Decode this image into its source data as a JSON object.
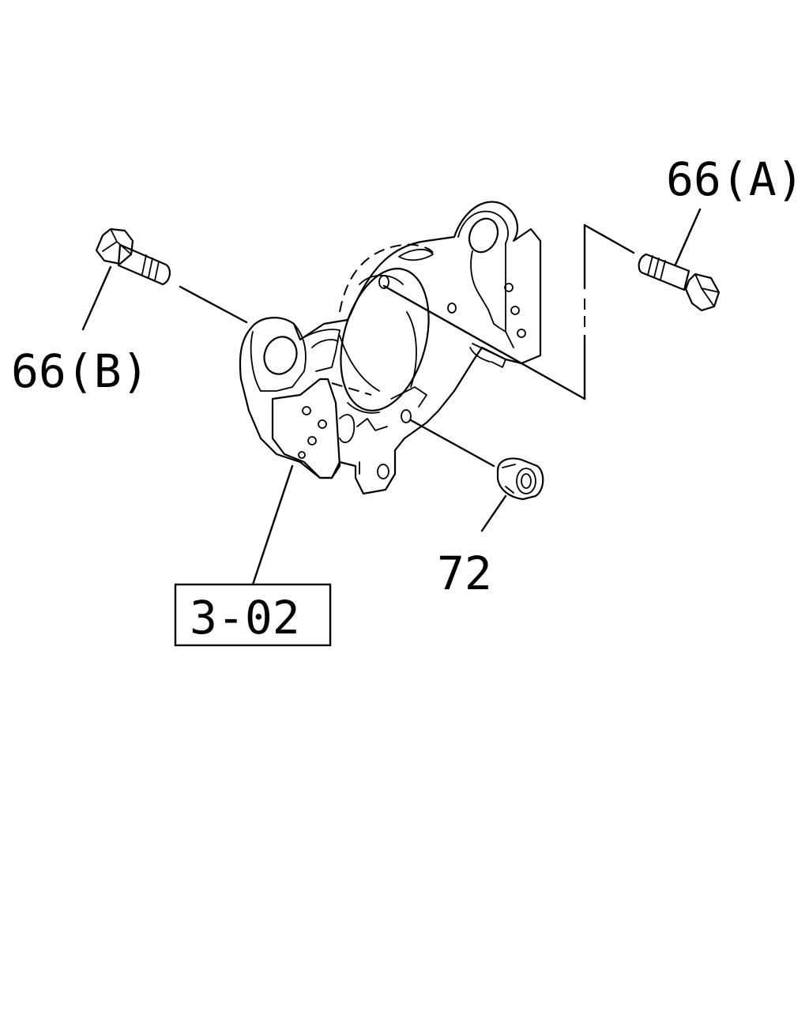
{
  "callouts": {
    "bolt_a": "66(A)",
    "bolt_b": "66(B)",
    "nut": "72",
    "reference": "3-02"
  },
  "colors": {
    "ink": "#000000",
    "background": "#ffffff"
  }
}
